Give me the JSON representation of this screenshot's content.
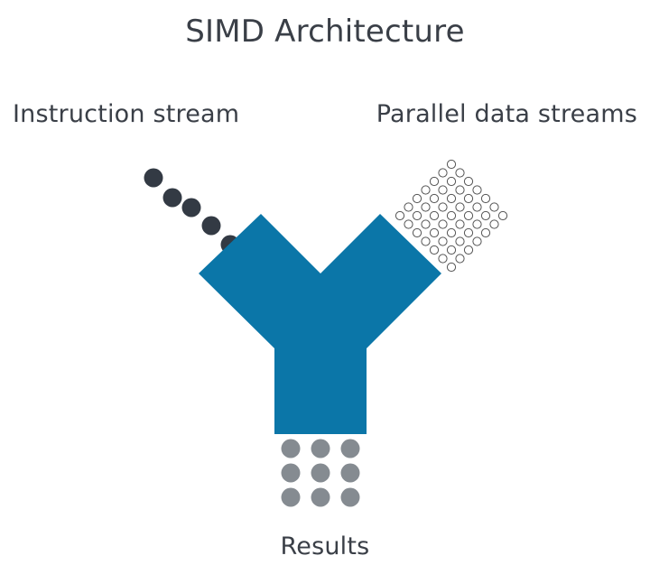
{
  "diagram": {
    "title": "SIMD Architecture",
    "labels": {
      "instruction_stream": "Instruction stream",
      "parallel_data_streams": "Parallel data streams",
      "results": "Results"
    },
    "colors": {
      "processor": "#0b76a8",
      "instruction_dots": "#333a44",
      "data_dots_stroke": "#555555",
      "result_dots": "#858b91",
      "text": "#3a3f47"
    },
    "counts": {
      "instruction_dots": 5,
      "result_dots": 9
    }
  }
}
